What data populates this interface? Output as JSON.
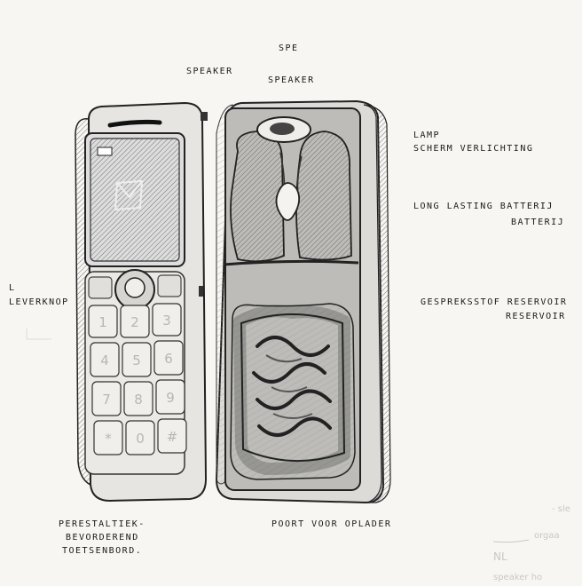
{
  "labels": {
    "top_scribble": "Spe",
    "speaker_left": "Speaker",
    "speaker_right": "Speaker",
    "lamp": "Lamp",
    "scherm": "scherm verlichting",
    "battery_1": "Long Lasting Batterij",
    "battery_2": "Batterij",
    "l_mark": "L",
    "leverknop": "Leverknop",
    "gesprek": "Gespreksstof Reservoir",
    "reservoir": "Reservoir",
    "peristaltiek_1": "Perestaltiek-",
    "peristaltiek_2": "bevorderend",
    "peristaltiek_3": "toetsenbord.",
    "poort": "Poort voor oplader"
  },
  "faint_notes": {
    "nl": "NL",
    "orgaan": "orgaa",
    "speaker_ho": "speaker ho",
    "sle": "- sle"
  },
  "keypad": {
    "digits": [
      "1",
      "2",
      "3",
      "4",
      "5",
      "6",
      "7",
      "8",
      "9",
      "*",
      "0",
      "#"
    ]
  }
}
